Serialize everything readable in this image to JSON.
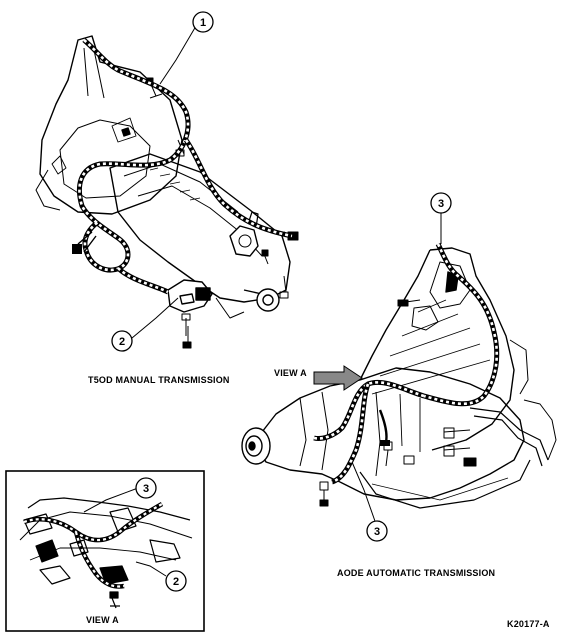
{
  "captions": {
    "manual": "T5OD MANUAL  TRANSMISSION",
    "automatic": "AODE AUTOMATIC TRANSMISSION",
    "inset": "VIEW A",
    "view_arrow": "VIEW A",
    "figure_id": "K20177-A"
  },
  "callouts": {
    "harness_manual": "1",
    "connector_manual": "2",
    "harness_auto_top": "3",
    "harness_auto_bottom": "3",
    "inset_harness": "3",
    "inset_connector": "2"
  }
}
